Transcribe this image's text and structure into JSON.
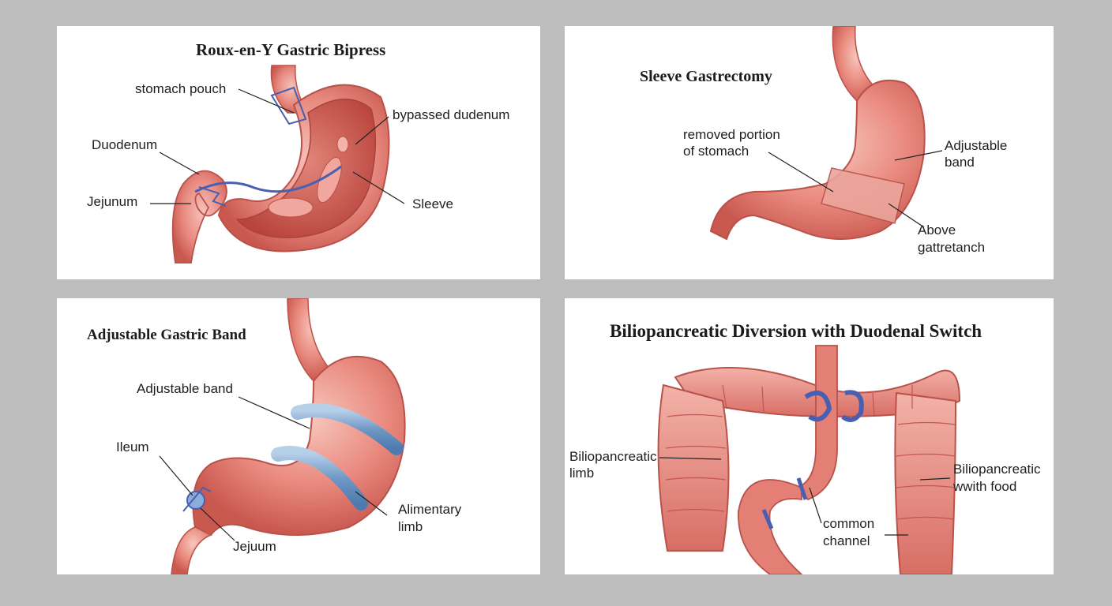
{
  "panels": [
    {
      "title": "Roux-en-Y Gastric Bipress",
      "labels": {
        "stomach_pouch": "stomach pouch",
        "bypassed_duodenum": "bypassed dudenum",
        "duodenum": "Duodenum",
        "jejunum": "Jejunum",
        "sleeve": "Sleeve"
      }
    },
    {
      "title": "Sleeve Gastrectomy",
      "labels": {
        "removed_portion_1": "removed portion",
        "removed_portion_2": "of stomach",
        "adjustable_band_1": "Adjustable",
        "adjustable_band_2": "band",
        "above_1": "Above",
        "above_2": "gattretanch"
      }
    },
    {
      "title": "Adjustable Gastric Band",
      "labels": {
        "adjustable_band": "Adjustable band",
        "ileum": "Ileum",
        "alimentary_1": "Alimentary",
        "alimentary_2": "limb",
        "jejuum": "Jejuum"
      }
    },
    {
      "title": "Biliopancreatic Diversion with Duodenal Switch",
      "labels": {
        "bp_limb_1": "Biliopancreatic",
        "bp_limb_2": "limb",
        "bp_food_1": "Biliopancreatic",
        "bp_food_2": "wwith food",
        "common_1": "common",
        "common_2": "channel"
      }
    }
  ],
  "colors": {
    "tissue": "#e8837c",
    "tissue_light": "#f3b0a6",
    "tissue_dark": "#c4554f",
    "band_blue": "#7fa6cf",
    "suture_blue": "#4a5fb0",
    "background": "#bdbdbd",
    "panel": "#ffffff"
  }
}
